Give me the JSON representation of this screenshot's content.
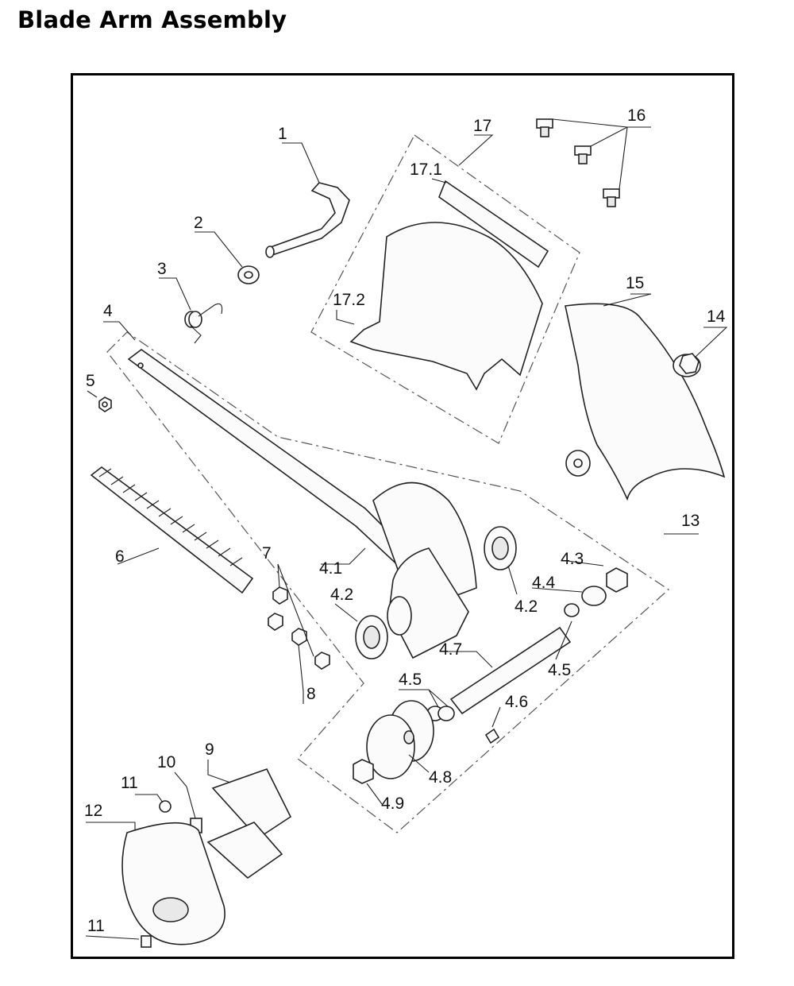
{
  "title": "Blade Arm Assembly",
  "labels": {
    "l1": "1",
    "l2": "2",
    "l3": "3",
    "l4": "4",
    "l5": "5",
    "l6": "6",
    "l7": "7",
    "l8": "8",
    "l9": "9",
    "l10": "10",
    "l11a": "11",
    "l11b": "11",
    "l12": "12",
    "l13": "13",
    "l14": "14",
    "l15": "15",
    "l16": "16",
    "l17": "17",
    "l17_1": "17.1",
    "l17_2": "17.2",
    "l4_1": "4.1",
    "l4_2a": "4.2",
    "l4_2b": "4.2",
    "l4_3": "4.3",
    "l4_4": "4.4",
    "l4_5a": "4.5",
    "l4_5b": "4.5",
    "l4_6": "4.6",
    "l4_7": "4.7",
    "l4_8": "4.8",
    "l4_9": "4.9"
  }
}
